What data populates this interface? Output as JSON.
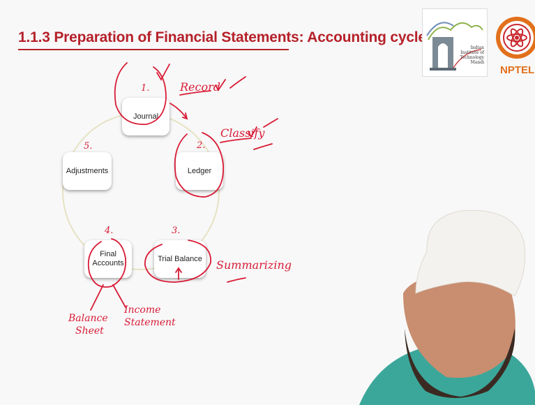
{
  "slide": {
    "title": "1.1.3 Preparation of Financial Statements: Accounting cycle"
  },
  "cycle": {
    "stages": [
      {
        "id": "journal",
        "label": "Journal"
      },
      {
        "id": "ledger",
        "label": "Ledger"
      },
      {
        "id": "trial-balance",
        "label": "Trial Balance"
      },
      {
        "id": "final-accounts",
        "label": "Final\nAccounts"
      },
      {
        "id": "adjustments",
        "label": "Adjustments"
      }
    ]
  },
  "annotations": {
    "n1": "1.",
    "n2": "2.",
    "n3": "3.",
    "n4": "4.",
    "n5": "5.",
    "record": "Record",
    "classify": "Classify",
    "summarizing": "Summarizing",
    "balance_1": "Balance",
    "balance_2": "Sheet",
    "income_1": "Income",
    "income_2": "Statement"
  },
  "logos": {
    "iit_text": "Indian\nInstitute of\nTechnology\nMandi",
    "nptel": "NPTEL"
  },
  "colors": {
    "title": "#b5212a",
    "ink": "#d81b35",
    "cycle_ring": "#e6e2c4",
    "nptel": "#e2701b"
  }
}
